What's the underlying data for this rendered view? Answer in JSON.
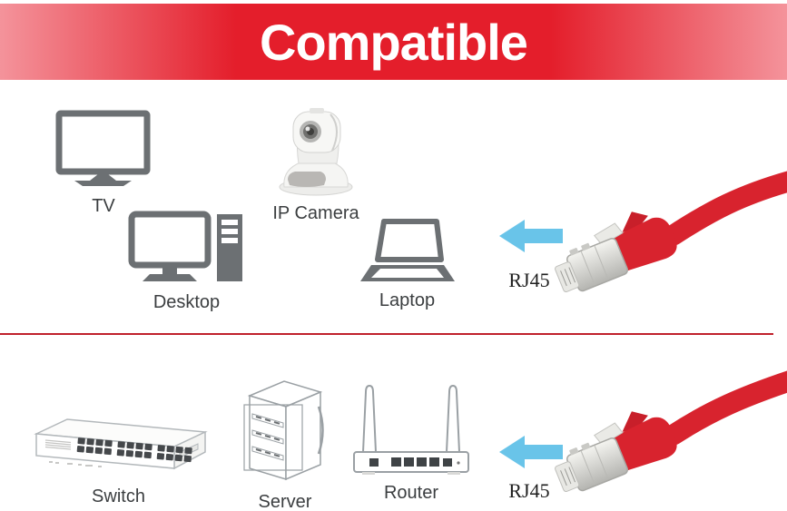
{
  "banner": {
    "title": "Compatible",
    "background_center": "#e41e2b",
    "background_edge": "#f4939b",
    "text_color": "#ffffff"
  },
  "sections": {
    "top": {
      "devices": [
        {
          "label": "TV",
          "icon": "tv-icon"
        },
        {
          "label": "IP Camera",
          "icon": "ip-camera-icon"
        },
        {
          "label": "Desktop",
          "icon": "desktop-icon"
        },
        {
          "label": "Laptop",
          "icon": "laptop-icon"
        }
      ],
      "arrow_icon": "arrow-left-icon",
      "connector_label": "RJ45",
      "cable_icon": "rj45-cable-icon"
    },
    "bottom": {
      "devices": [
        {
          "label": "Switch",
          "icon": "switch-icon"
        },
        {
          "label": "Server",
          "icon": "server-icon"
        },
        {
          "label": "Router",
          "icon": "router-icon"
        }
      ],
      "arrow_icon": "arrow-left-icon",
      "connector_label": "RJ45",
      "cable_icon": "rj45-cable-icon"
    }
  },
  "colors": {
    "cable_red": "#d8232e",
    "arrow_blue": "#69c4e9",
    "device_icon_gray": "#6c7073",
    "lineart_gray": "#9aa0a4",
    "port_dark": "#45484b",
    "divider_red": "#c0202c",
    "label_text": "#3b3e40"
  }
}
